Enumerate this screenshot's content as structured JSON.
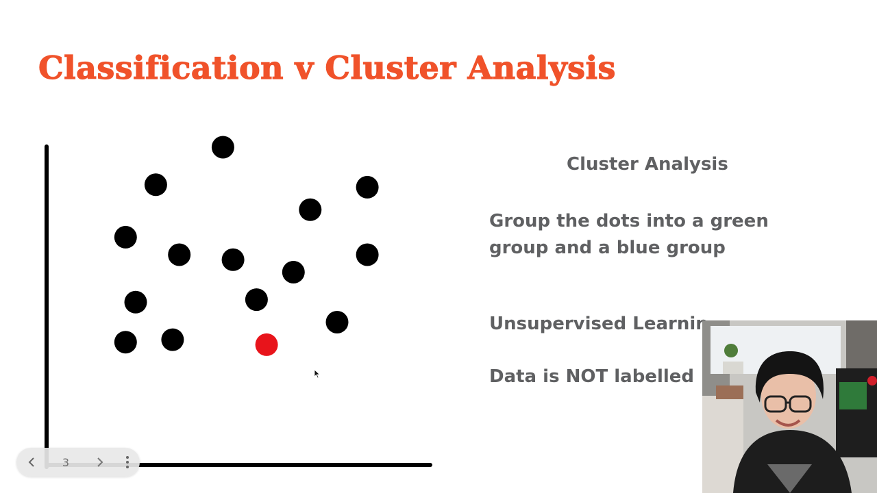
{
  "slide": {
    "title": "Classification v Cluster Analysis",
    "panel": {
      "heading": "Cluster Analysis",
      "instruction": "Group the dots into a green group and a blue group",
      "learning_type": "Unsupervised Learnin",
      "data_note": "Data is NOT labelled"
    }
  },
  "colors": {
    "title": "#f0522a",
    "text": "#5f6062",
    "dot": "#000000",
    "highlight_dot": "#e8141b"
  },
  "chart_data": {
    "type": "scatter",
    "title": "",
    "xlabel": "",
    "ylabel": "",
    "xlim": [
      0,
      100
    ],
    "ylim": [
      0,
      100
    ],
    "grid": false,
    "series": [
      {
        "color": "#000000",
        "points": [
          [
            46,
            100
          ],
          [
            26,
            85
          ],
          [
            89,
            84
          ],
          [
            72,
            75
          ],
          [
            17,
            64
          ],
          [
            33,
            57
          ],
          [
            49,
            55
          ],
          [
            89,
            57
          ],
          [
            67,
            50
          ],
          [
            20,
            38
          ],
          [
            56,
            39
          ],
          [
            80,
            30
          ],
          [
            17,
            22
          ],
          [
            31,
            23
          ]
        ]
      },
      {
        "color": "#e8141b",
        "points": [
          [
            59,
            21
          ]
        ]
      }
    ]
  },
  "navigation": {
    "page": "3",
    "prev_icon": "chevron-left-icon",
    "next_icon": "chevron-right-icon",
    "more_icon": "more-vertical-icon"
  },
  "webcam": {
    "icon": "webcam-presenter-video"
  }
}
